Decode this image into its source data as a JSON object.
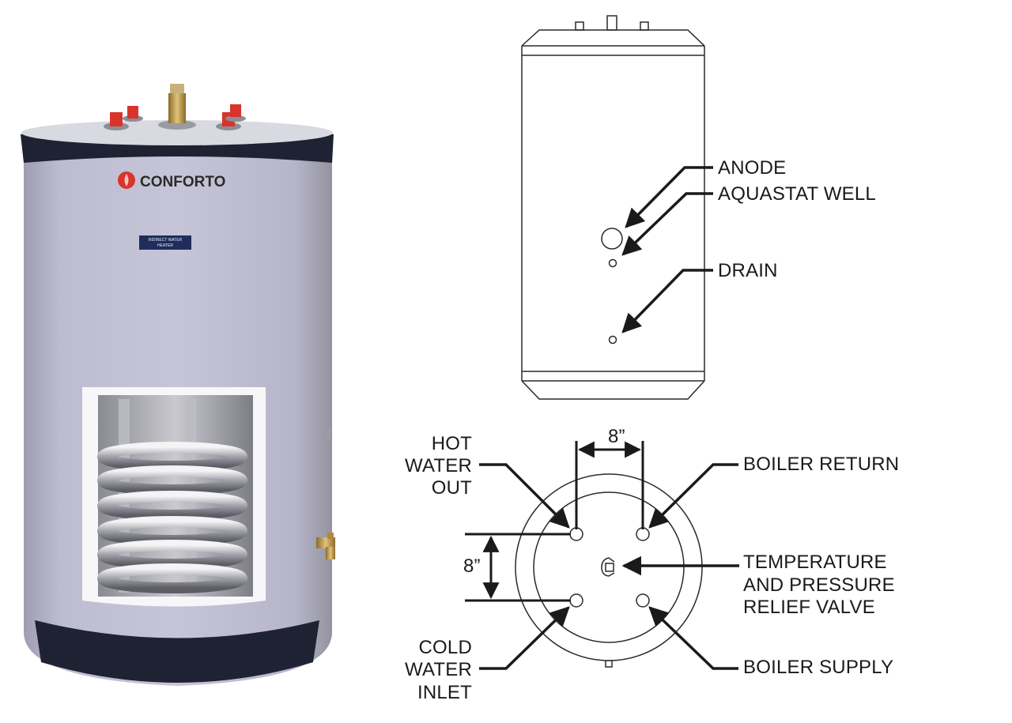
{
  "product": {
    "brand": "CONFORTO",
    "badge_line1": "INDIRECT WATER",
    "badge_line2": "HEATER"
  },
  "side_view": {
    "labels": {
      "anode": "ANODE",
      "aquastat": "AQUASTAT WELL",
      "drain": "DRAIN"
    }
  },
  "top_view": {
    "spacing_horizontal": "8”",
    "spacing_vertical": "8”",
    "hot_water_out": [
      "HOT",
      "WATER",
      "OUT"
    ],
    "cold_water_inlet": [
      "COLD",
      "WATER",
      "INLET"
    ],
    "boiler_return": "BOILER RETURN",
    "boiler_supply": "BOILER SUPPLY",
    "relief_valve": [
      "TEMPERATURE",
      "AND PRESSURE",
      "RELIEF VALVE"
    ]
  },
  "colors": {
    "tank_body": "#b9b8cc",
    "tank_band": "#1e2232",
    "fitting_red": "#d8342c",
    "line": "#1a1a1a"
  }
}
